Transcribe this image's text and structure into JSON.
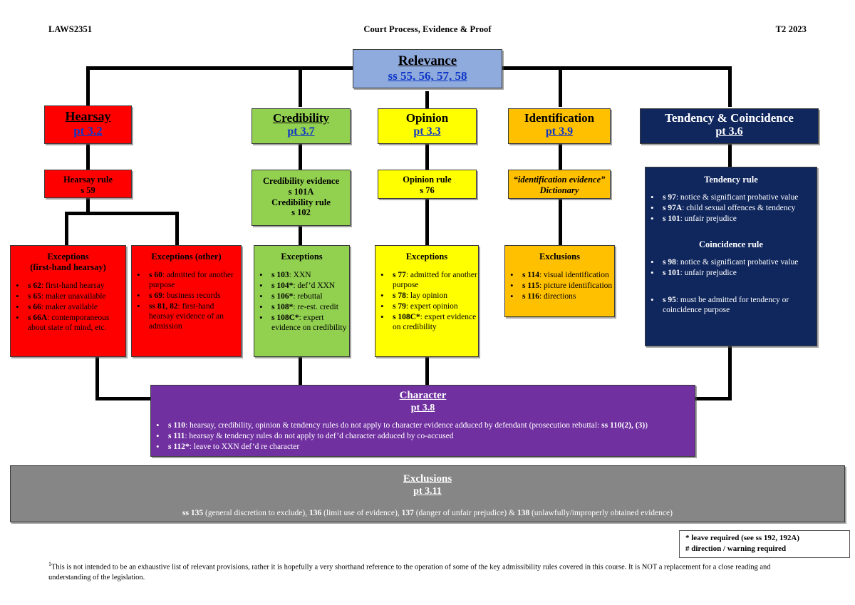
{
  "header": {
    "course_code": "LAWS2351",
    "title": "Court Process, Evidence & Proof",
    "term": "T2 2023"
  },
  "relevance": {
    "title": "Relevance",
    "sections": "ss 55, 56, 57, 58"
  },
  "branches": {
    "hearsay": {
      "title": "Hearsay",
      "part": "pt 3.2",
      "rule_line1": "Hearsay rule",
      "rule_line2": "s 59",
      "exceptions_first_hand": {
        "title_line1": "Exceptions",
        "title_line2": "(first-hand hearsay)",
        "items": [
          {
            "ref": "s 62",
            "text": ": first-hand hearsay"
          },
          {
            "ref": "s 65",
            "text": ": maker unavailable"
          },
          {
            "ref": "s 66",
            "text": ": maker available"
          },
          {
            "ref": "s 66A",
            "text": ": contemporaneous about state of mind, etc."
          }
        ]
      },
      "exceptions_other": {
        "title": "Exceptions (other)",
        "items": [
          {
            "ref": "s 60",
            "text": ": admitted for another purpose"
          },
          {
            "ref": "s 69",
            "text": ": business records"
          },
          {
            "ref": "ss 81, 82",
            "text": ": first-hand hearsay evidence of an admission"
          }
        ]
      }
    },
    "credibility": {
      "title": "Credibility",
      "part": "pt 3.7",
      "rule_line1": "Credibility evidence",
      "rule_line2": "s 101A",
      "rule_line3": "Credibility rule",
      "rule_line4": "s 102",
      "exceptions": {
        "title": "Exceptions",
        "items": [
          {
            "ref": "s 103",
            "text": ": XXN"
          },
          {
            "ref": "s 104*",
            "text": ": def’d XXN"
          },
          {
            "ref": "s 106*",
            "text": ": rebuttal"
          },
          {
            "ref": "s 108*",
            "text": ": re-est. credit"
          },
          {
            "ref": "s 108C*",
            "text": ": expert evidence on credibility"
          }
        ]
      }
    },
    "opinion": {
      "title": "Opinion",
      "part": "pt 3.3",
      "rule_line1": "Opinion rule",
      "rule_line2": "s 76",
      "exceptions": {
        "title": "Exceptions",
        "items": [
          {
            "ref": "s 77",
            "text": ": admitted for another purpose"
          },
          {
            "ref": "s 78",
            "text": ": lay opinion"
          },
          {
            "ref": "s 79",
            "text": ": expert opinion"
          },
          {
            "ref": "s 108C*",
            "text": ": expert evidence on credibility"
          }
        ]
      }
    },
    "identification": {
      "title": "Identification",
      "part": "pt 3.9",
      "rule_line1": "“identification evidence”",
      "rule_line2": "Dictionary",
      "exclusions": {
        "title": "Exclusions",
        "items": [
          {
            "ref": "s 114",
            "text": ": visual identification"
          },
          {
            "ref": "s 115",
            "text": ": picture identification"
          },
          {
            "ref": "s 116",
            "text": ": directions"
          }
        ]
      }
    },
    "tendency": {
      "title": "Tendency & Coincidence",
      "part": "pt 3.6",
      "tendency_rule_title": "Tendency rule",
      "tendency_items": [
        {
          "ref": "s 97",
          "text": ": notice & significant probative value"
        },
        {
          "ref": "s 97A",
          "text": ": child sexual offences & tendency"
        },
        {
          "ref": "s 101",
          "text": ": unfair prejudice"
        }
      ],
      "coincidence_rule_title": "Coincidence rule",
      "coincidence_items": [
        {
          "ref": "s 98",
          "text": ": notice & significant probative value"
        },
        {
          "ref": "s 101",
          "text": ": unfair prejudice"
        }
      ],
      "extra_items": [
        {
          "ref": "s 95",
          "text": ": must be admitted for tendency or coincidence purpose"
        }
      ]
    }
  },
  "character": {
    "title": "Character",
    "part": "pt 3.8",
    "items": [
      {
        "ref": "s 110",
        "text": ": hearsay, credibility, opinion & tendency rules do not apply to character evidence adduced by defendant (prosecution rebuttal: ",
        "ref2": "ss 110(2), (3)",
        "text2": ")"
      },
      {
        "ref": "s 111",
        "text": ": hearsay & tendency rules do not apply to def’d character adduced by co-accused"
      },
      {
        "ref": "s 112*",
        "text": ": leave to XXN def’d re character"
      }
    ]
  },
  "exclusions_bar": {
    "title": "Exclusions",
    "part": "pt 3.11",
    "detail_parts": [
      {
        "bold": "ss 135",
        "plain": " (general discretion to exclude), "
      },
      {
        "bold": "136",
        "plain": " (limit use of evidence), "
      },
      {
        "bold": "137",
        "plain": " (danger of unfair prejudice) & "
      },
      {
        "bold": "138",
        "plain": " (unlawfully/improperly obtained evidence)"
      }
    ]
  },
  "legend": {
    "line1": "* leave required (see ss 192, 192A)",
    "line2": "# direction / warning required"
  },
  "footnote": {
    "marker": "1",
    "text": "This is not intended to be an exhaustive list of relevant provisions, rather it is hopefully a very shorthand reference to the operation of some of the key admissibility rules covered in this course. It is NOT a replacement for a close reading and understanding of the legislation."
  },
  "colors": {
    "relevance": "#8FAADC",
    "hearsay": "#FF0000",
    "credibility": "#92D050",
    "opinion": "#FFFF00",
    "identification": "#FFC000",
    "tendency": "#10275E",
    "character": "#7030A0",
    "exclusions": "#868686",
    "link_blue": "#0F36C8"
  }
}
